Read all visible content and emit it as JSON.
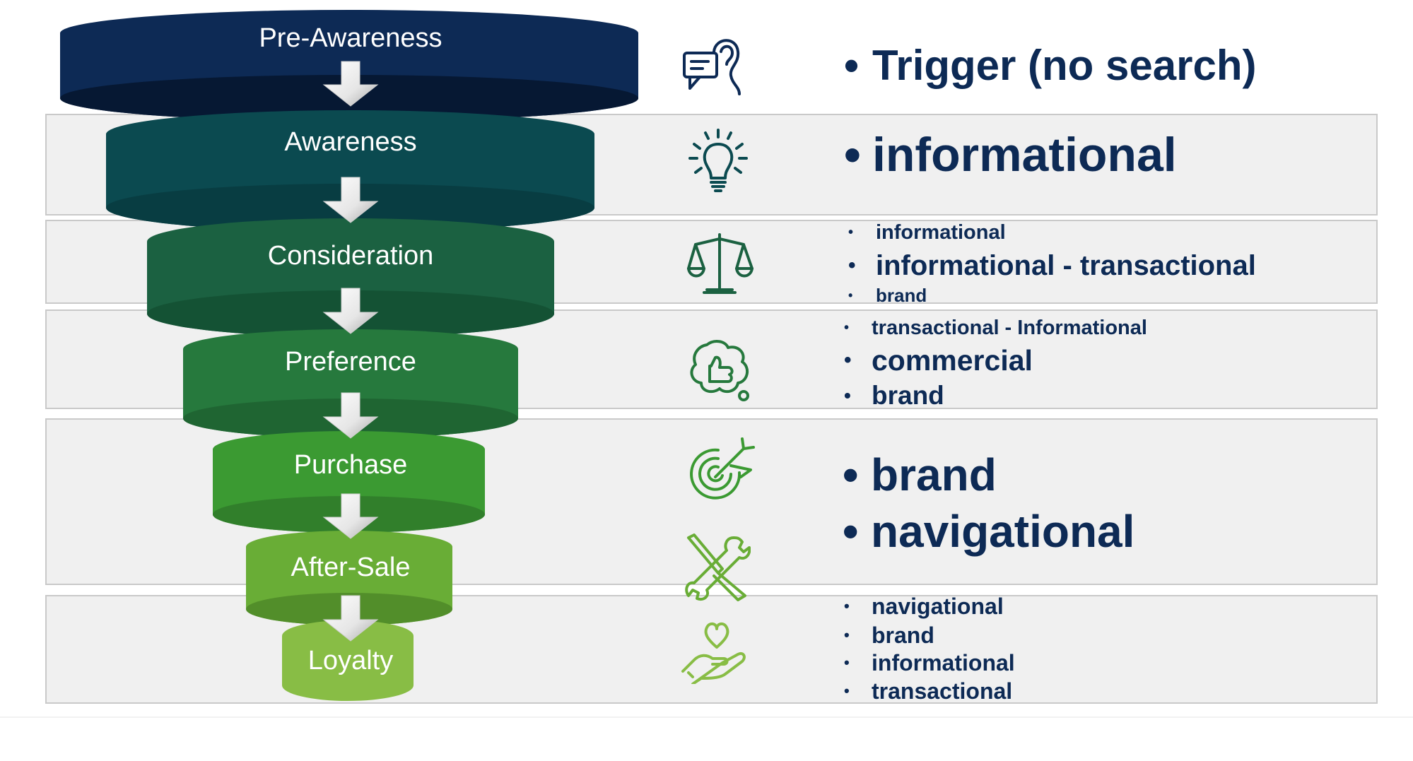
{
  "colors": {
    "text": "#0d2a55",
    "box_bg": "#f0f0f0",
    "stages": [
      "#0d2a55",
      "#0b4a50",
      "#1b6141",
      "#26793d",
      "#3b9a32",
      "#69ad36",
      "#88bd45"
    ],
    "stages_dark": [
      "#061833",
      "#083d42",
      "#145234",
      "#1f6532",
      "#317f2b",
      "#528e2a",
      "#88bd45"
    ]
  },
  "funnel": {
    "stages": [
      {
        "label": "Pre-Awareness",
        "icon": "chat-ear-icon"
      },
      {
        "label": "Awareness",
        "icon": "lightbulb-icon"
      },
      {
        "label": "Consideration",
        "icon": "scales-icon"
      },
      {
        "label": "Preference",
        "icon": "thumbs-up-thought-icon"
      },
      {
        "label": "Purchase",
        "icon": "target-arrow-icon"
      },
      {
        "label": "After-Sale",
        "icon": "wrench-screwdriver-icon"
      },
      {
        "label": "Loyalty",
        "icon": "hand-heart-icon"
      }
    ]
  },
  "intents": {
    "pre_awareness": [
      "Trigger (no search)"
    ],
    "awareness": [
      "informational"
    ],
    "consideration": [
      "informational",
      "informational - transactional",
      "brand"
    ],
    "preference": [
      "transactional - Informational",
      "commercial",
      "brand"
    ],
    "purchase_after_sale": [
      "brand",
      "navigational"
    ],
    "loyalty": [
      "navigational",
      "brand",
      "informational",
      "transactional"
    ]
  }
}
